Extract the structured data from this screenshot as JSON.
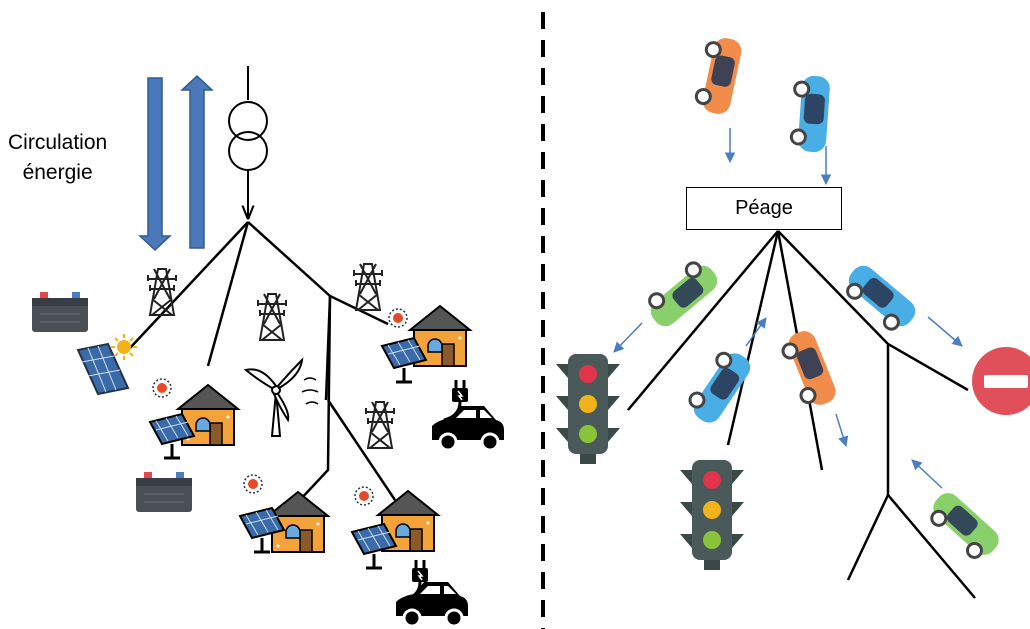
{
  "energy": {
    "label_line1": "Circulation",
    "label_line2": "énergie"
  },
  "traffic": {
    "toll_label": "Péage"
  },
  "colors": {
    "energy_arrow": "#4a78b8",
    "house": "#f4a33a",
    "car_orange": "#f28c4a",
    "car_blue": "#4aaee6",
    "car_green": "#8ad06a",
    "light_body": "#4a5a5a",
    "stop_sign": "#e0505a",
    "flow_arrow": "#4a7ec0"
  }
}
